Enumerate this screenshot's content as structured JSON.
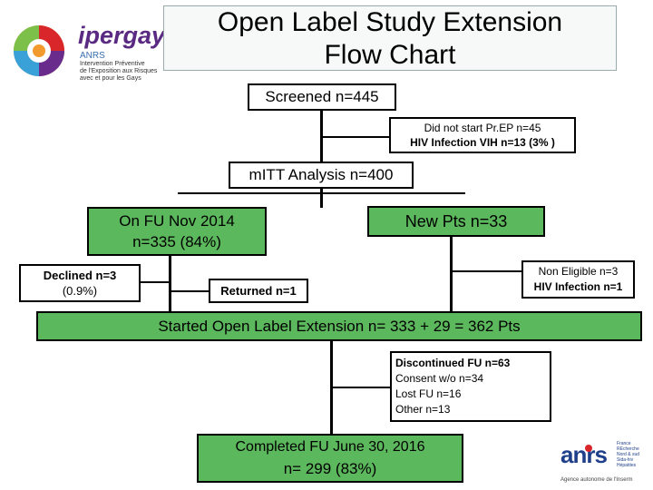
{
  "header": {
    "title_line1": "Open Label Study Extension",
    "title_line2": "Flow Chart"
  },
  "logo_ipergay": {
    "name": "ipergay",
    "org": "ANRS",
    "tagline_l1": "Intervention Préventive",
    "tagline_l2": "de l'Exposition aux Risques",
    "tagline_l3": "avec et pour les Gays"
  },
  "logo_anrs": {
    "name": "anrs",
    "side_l1": "France",
    "side_l2": "REcherche",
    "side_l3": "Nord & sud",
    "side_l4": "Sida-hiv",
    "side_l5": "Hépatites",
    "caption": "Agence autonome de l'Inserm"
  },
  "boxes": {
    "screened": "Screened n=445",
    "did_not_start_l1": "Did not start Pr.EP n=45",
    "did_not_start_l2": "HIV Infection VIH n=13 (3% )",
    "mitt": "mITT Analysis n=400",
    "on_fu_l1": "On FU Nov 2014",
    "on_fu_l2": "n=335 (84%)",
    "new_pts": "New Pts n=33",
    "declined_l1": "Declined n=3",
    "declined_l2": "(0.9%)",
    "returned": "Returned n=1",
    "non_eligible_l1": "Non Eligible n=3",
    "non_eligible_l2": "HIV Infection n=1",
    "started": "Started Open Label Extension  n= 333 + 29 = 362 Pts",
    "discontinued_l1": "Discontinued FU n=63",
    "discontinued_l2": "Consent w/o n=34",
    "discontinued_l3": "Lost FU n=16",
    "discontinued_l4": "Other n=13",
    "completed_l1": "Completed FU June 30, 2016",
    "completed_l2": "n= 299 (83%)"
  },
  "colors": {
    "box_green": "#5cb85c",
    "logo_purple": "#5a2a82",
    "anrs_blue": "#1f3f8a",
    "anrs_red": "#d9262a"
  }
}
